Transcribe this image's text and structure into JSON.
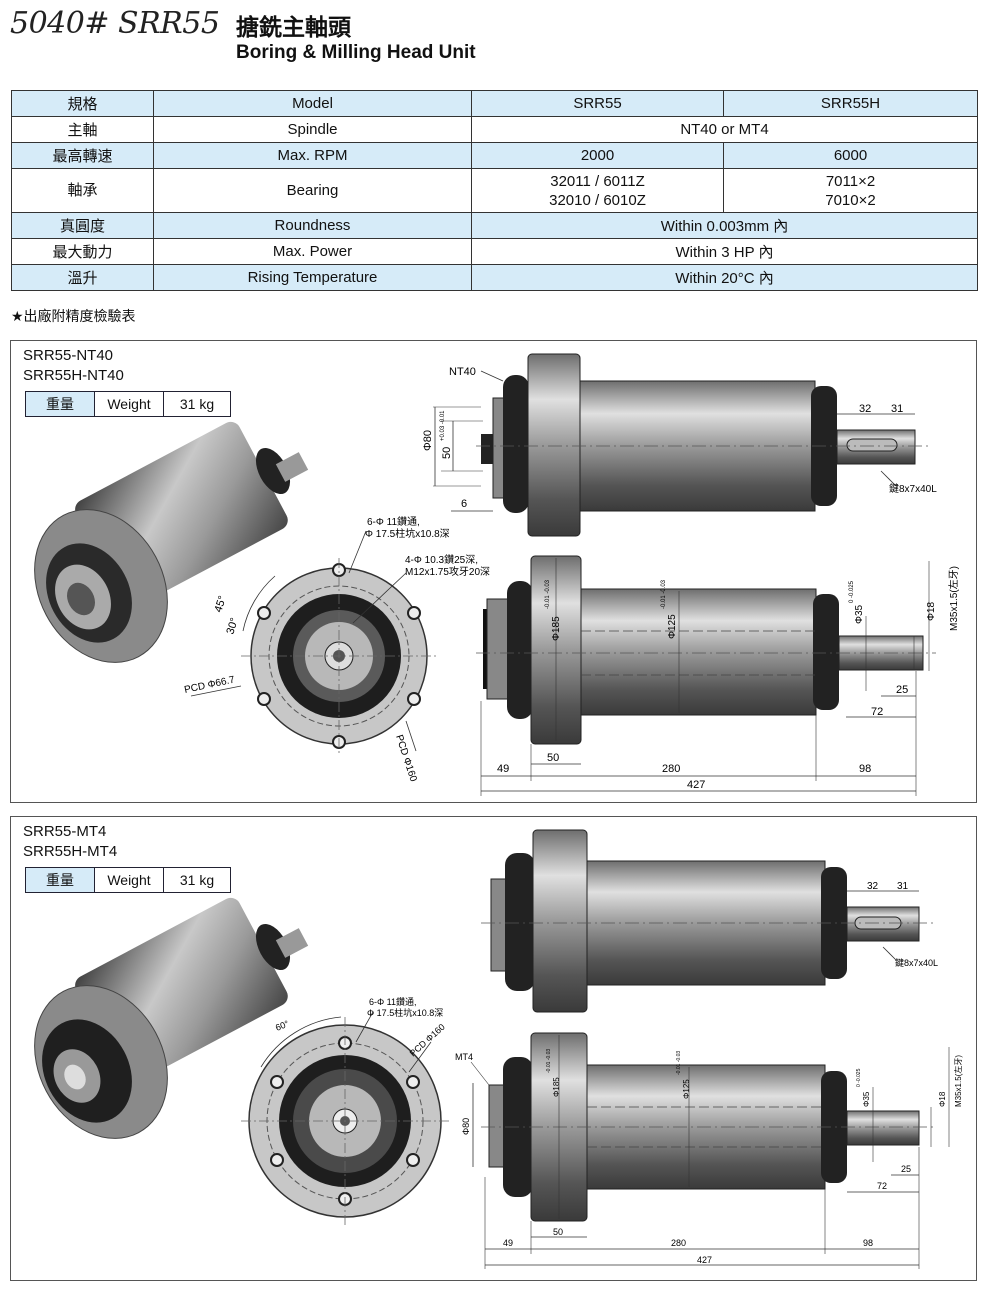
{
  "header": {
    "model_no": "5040# SRR55",
    "title_cn": "搪銑主軸頭",
    "title_en": "Boring & Milling Head Unit"
  },
  "spec_table": {
    "rows": [
      {
        "cn": "規格",
        "en": "Model",
        "v1": "SRR55",
        "v2": "SRR55H"
      },
      {
        "cn": "主軸",
        "en": "Spindle",
        "v": "NT40 or MT4"
      },
      {
        "cn": "最高轉速",
        "en": "Max. RPM",
        "v1": "2000",
        "v2": "6000"
      },
      {
        "cn": "軸承",
        "en": "Bearing",
        "v1a": "32011 / 6011Z",
        "v1b": "32010 / 6010Z",
        "v2a": "7011×2",
        "v2b": "7010×2"
      },
      {
        "cn": "真圓度",
        "en": "Roundness",
        "v": "Within 0.003mm 內"
      },
      {
        "cn": "最大動力",
        "en": "Max. Power",
        "v": "Within 3 HP 內"
      },
      {
        "cn": "溫升",
        "en": "Rising Temperature",
        "v": "Within 20°C 內"
      }
    ]
  },
  "note": "★出廠附精度檢驗表",
  "panel1": {
    "name1": "SRR55-NT40",
    "name2": "SRR55H-NT40",
    "weight_cn": "重量",
    "weight_en": "Weight",
    "weight_val": "31 kg",
    "dims": {
      "nt40": "NT40",
      "d80": "Φ80",
      "d50": "50",
      "d50_tol": "+0.03 -0.01",
      "d6": "6",
      "d32": "32",
      "d31": "31",
      "key": "鍵8x7x40L",
      "holes_a": "6-Φ 11鑽通,",
      "holes_b": "Φ 17.5柱坑x10.8深",
      "tap_a": "4-Φ 10.3鑽25深,",
      "tap_b": "M12x1.75攻牙20深",
      "ang45": "45°",
      "ang30": "30°",
      "pcd667": "PCD Φ66.7",
      "pcd160": "PCD Φ160",
      "d185": "Φ185",
      "d185_tol": "-0.01 -0.03",
      "d125": "Φ125",
      "d125_tol": "-0.01 -0.03",
      "d35": "Φ35",
      "d35_tol": "0 -0.025",
      "d18": "Φ18",
      "m35": "M35x1.5(左牙)",
      "d25": "25",
      "d72": "72",
      "d49": "49",
      "d280": "280",
      "d98": "98",
      "d427": "427"
    }
  },
  "panel2": {
    "name1": "SRR55-MT4",
    "name2": "SRR55H-MT4",
    "weight_cn": "重量",
    "weight_en": "Weight",
    "weight_val": "31 kg",
    "dims": {
      "mt4": "MT4",
      "d80": "Φ80",
      "d32": "32",
      "d31": "31",
      "key": "鍵8x7x40L",
      "holes_a": "6-Φ 11鑽通,",
      "holes_b": "Φ 17.5柱坑x10.8深",
      "ang60": "60°",
      "pcd160": "PCD Φ160",
      "d185": "Φ185",
      "d185_tol": "-0.01 -0.03",
      "d125": "Φ125",
      "d125_tol": "-0.01 -0.03",
      "d35": "Φ35",
      "d35_tol": "0 -0.025",
      "d18": "Φ18",
      "m35": "M35x1.5(左牙)",
      "d25": "25",
      "d72": "72",
      "d49": "49",
      "d50": "50",
      "d280": "280",
      "d98": "98",
      "d427": "427"
    }
  },
  "colors": {
    "table_highlight": "#d6ebf8",
    "steel_dark": "#2b2b2b",
    "steel_mid": "#8a8a8a",
    "steel_light": "#d8d8d8"
  }
}
